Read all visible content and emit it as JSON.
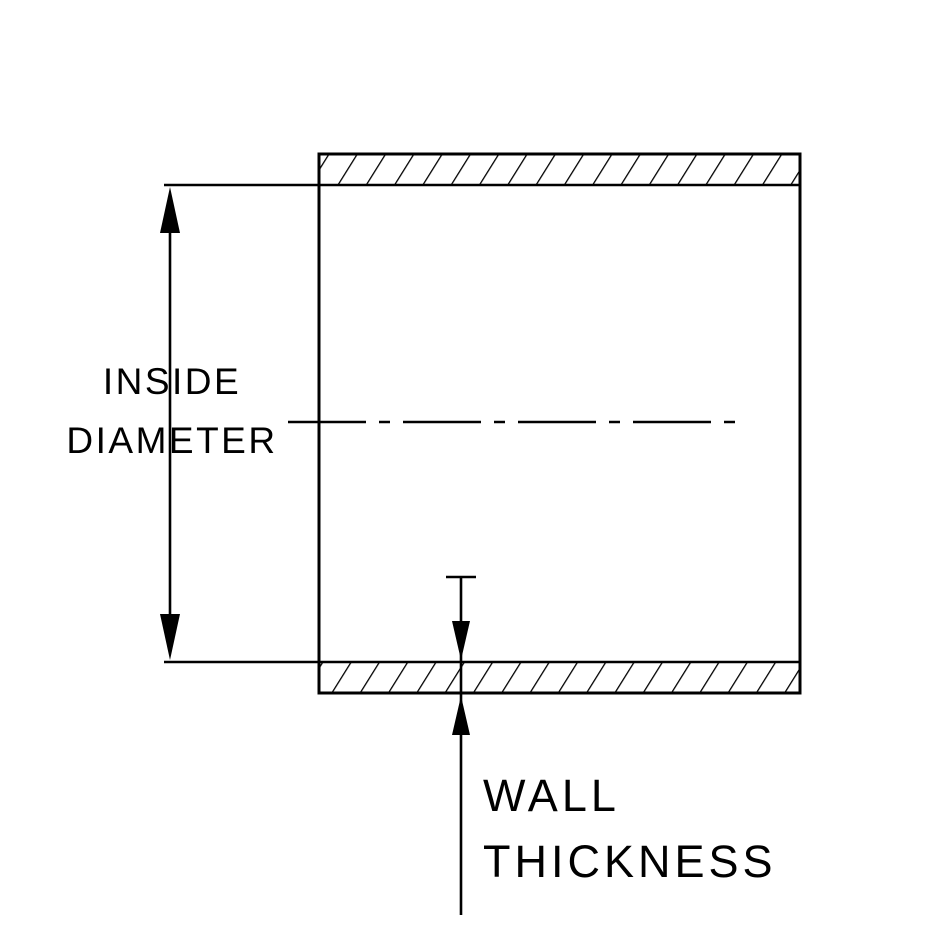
{
  "labels": {
    "inside_diameter_line1": "INSIDE",
    "inside_diameter_line2": "DIAMETER",
    "wall_thickness_line1": "WALL",
    "wall_thickness_line2": "THICKNESS"
  },
  "colors": {
    "line": "#000000",
    "background": "#ffffff"
  }
}
